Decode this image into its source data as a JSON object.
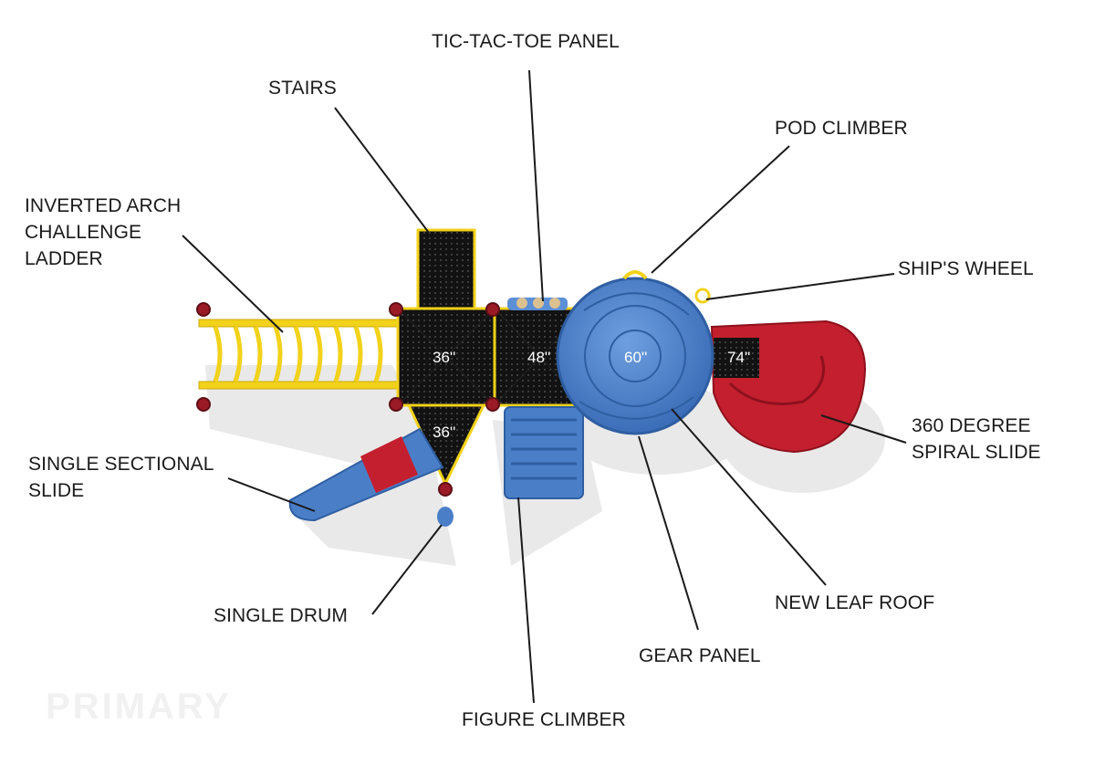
{
  "callouts": {
    "tic_tac_toe_panel": "TIC-TAC-TOE PANEL",
    "stairs": "STAIRS",
    "pod_climber": "POD CLIMBER",
    "inverted_arch_ladder": "INVERTED ARCH\nCHALLENGE\nLADDER",
    "ships_wheel": "SHIP'S WHEEL",
    "spiral_slide": "360 DEGREE\nSPIRAL SLIDE",
    "single_sectional_slide": "SINGLE SECTIONAL\nSLIDE",
    "single_drum": "SINGLE DRUM",
    "new_leaf_roof": "NEW LEAF ROOF",
    "gear_panel": "GEAR PANEL",
    "figure_climber": "FIGURE CLIMBER"
  },
  "deck_heights": {
    "deck_a": "36''",
    "deck_b": "48''",
    "roof_deck": "60''",
    "slide_deck": "74''",
    "triangle_deck": "36''"
  },
  "watermark": "PRIMARY",
  "colors": {
    "deck": "#111111",
    "frame_yellow": "#f2d21a",
    "roof_blue": "#4a7fc8",
    "slide_red": "#c41f2e",
    "post_cap_red": "#9a1b26",
    "leader_line": "#1a1a1a"
  }
}
